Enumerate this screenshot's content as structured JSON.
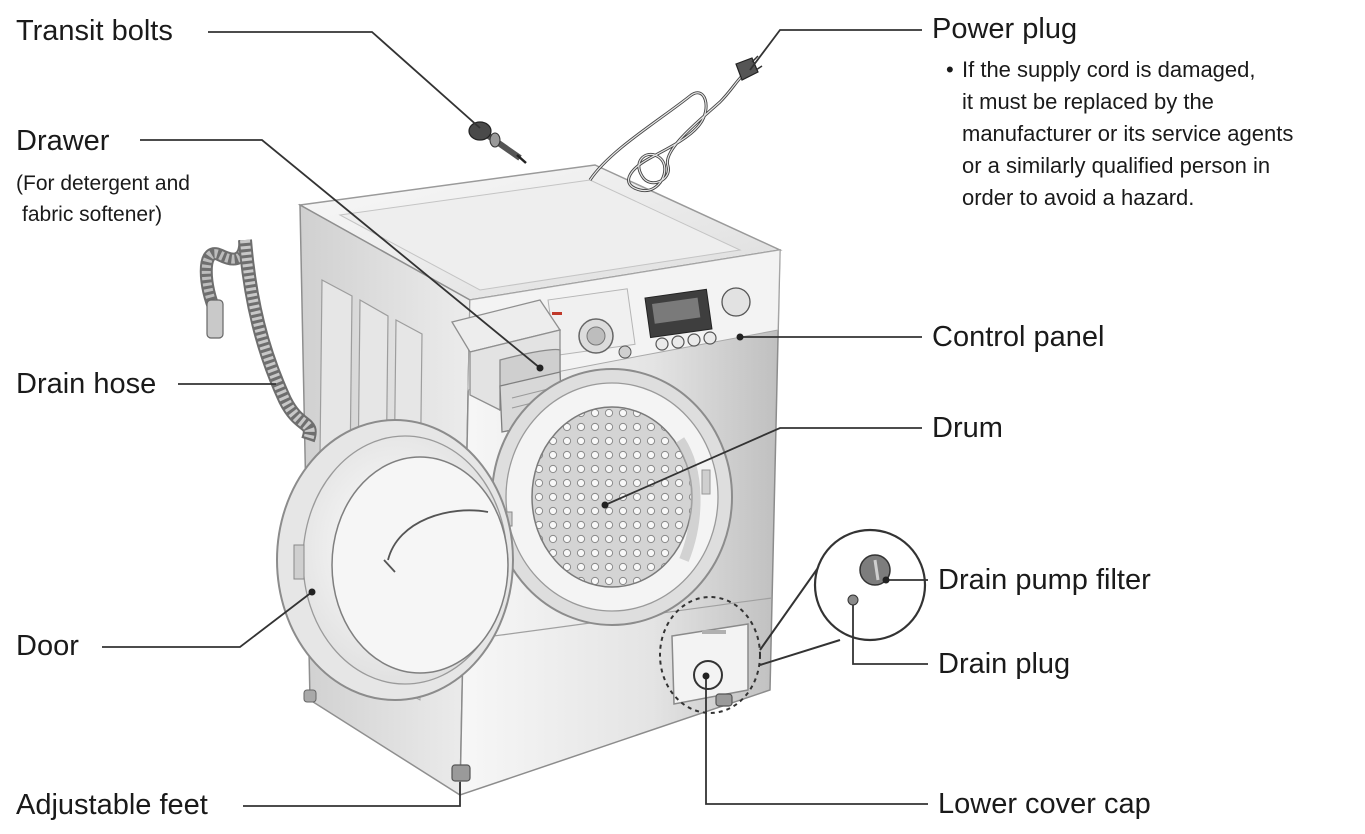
{
  "labels": {
    "transit_bolts": "Transit bolts",
    "drawer": "Drawer",
    "drawer_sub_1": "(For detergent and",
    "drawer_sub_2": "fabric softener)",
    "drain_hose": "Drain hose",
    "door": "Door",
    "adjustable_feet": "Adjustable feet",
    "power_plug": "Power plug",
    "control_panel": "Control panel",
    "drum": "Drum",
    "drain_pump_filter": "Drain pump filter",
    "drain_plug": "Drain plug",
    "lower_cover_cap": "Lower cover cap"
  },
  "power_note": {
    "bullet": "•",
    "lines": [
      "If the supply cord is damaged,",
      "it must be replaced by the",
      "manufacturer or its service agents",
      "or a similarly qualified person in",
      "order to avoid a hazard."
    ]
  },
  "colors": {
    "text": "#1a1a1a",
    "leader": "#333333",
    "body_light": "#f2f2f2",
    "body_mid": "#d9d9d9",
    "body_dark": "#b5b5b5",
    "outline": "#8c8c8c"
  }
}
